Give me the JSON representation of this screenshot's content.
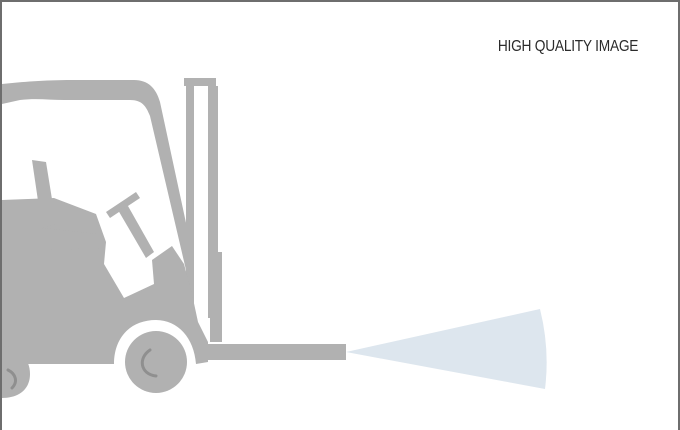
{
  "caption": "HIGH QUALITY IMAGE",
  "colors": {
    "frame": "#6e6e6e",
    "forklift": "#b1b1b1",
    "wheel_ring": "#ffffff",
    "light_beam": "#dde6ee"
  },
  "icons": [
    "forklift-illustration",
    "light-beam"
  ]
}
